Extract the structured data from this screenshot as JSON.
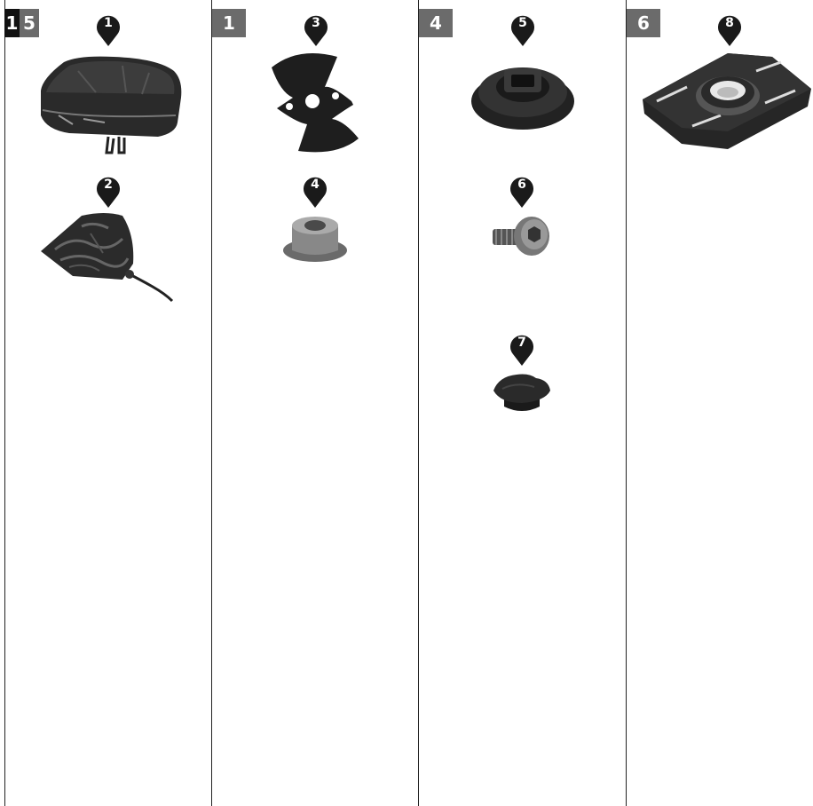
{
  "columns": [
    {
      "quantity_tabs": [
        "1",
        "5"
      ]
    },
    {
      "quantity_tabs": [
        "1"
      ]
    },
    {
      "quantity_tabs": [
        "4"
      ]
    },
    {
      "quantity_tabs": [
        "6"
      ]
    }
  ],
  "parts": [
    {
      "number": "1",
      "icon": "camera-case-icon"
    },
    {
      "number": "2",
      "icon": "drawstring-pouch-icon"
    },
    {
      "number": "3",
      "icon": "rubber-gasket-icon"
    },
    {
      "number": "4",
      "icon": "flange-nut-icon"
    },
    {
      "number": "5",
      "icon": "rubber-mount-base-icon"
    },
    {
      "number": "6",
      "icon": "hex-socket-screw-icon"
    },
    {
      "number": "7",
      "icon": "rubber-cap-icon"
    },
    {
      "number": "8",
      "icon": "mounting-plate-icon"
    }
  ],
  "colors": {
    "tab_gray": "#6b6b6b",
    "tab_black": "#111111",
    "pin": "#1a1a1a"
  }
}
